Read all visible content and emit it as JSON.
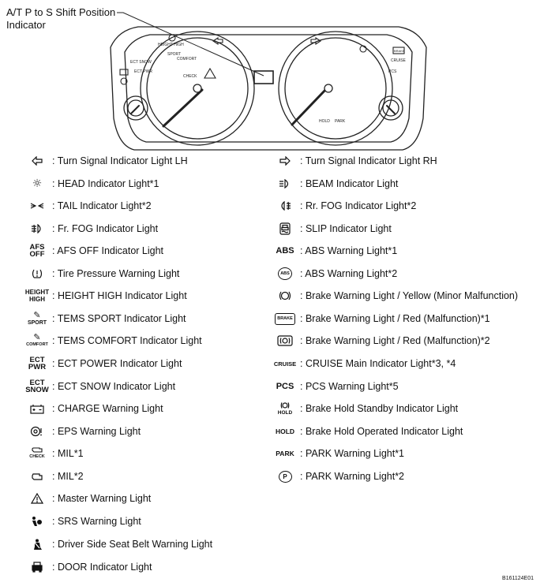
{
  "callout": {
    "line1": "A/T P to S Shift Position",
    "line2": "Indicator"
  },
  "cluster": {
    "left_labels": {
      "height_high": "HEIGHT HIGH",
      "sport": "SPORT",
      "comfort": "COMFORT",
      "ect_snow": "ECT SNOW",
      "ect_pwr": "ECT PWR",
      "check": "CHECK"
    },
    "right_labels": {
      "brake": "BRAKE",
      "cruise": "CRUISE",
      "pcs": "PCS",
      "hold": "HOLD",
      "park": "PARK"
    }
  },
  "legend_left": [
    {
      "icon": "turn-left-icon",
      "text": ": Turn Signal Indicator Light LH"
    },
    {
      "icon": "head-light-icon",
      "text": ": HEAD Indicator Light*1"
    },
    {
      "icon": "tail-light-icon",
      "text": ": TAIL Indicator Light*2"
    },
    {
      "icon": "front-fog-icon",
      "text": ": Fr. FOG Indicator Light"
    },
    {
      "icon": "afs-off-icon",
      "label": "AFS OFF",
      "text": ": AFS OFF Indicator Light"
    },
    {
      "icon": "tire-pressure-icon",
      "text": ": Tire Pressure Warning Light"
    },
    {
      "icon": "height-high-icon",
      "label": "HEIGHT HIGH",
      "text": ": HEIGHT HIGH Indicator Light"
    },
    {
      "icon": "tems-sport-icon",
      "label": "SPORT",
      "text": ": TEMS SPORT Indicator Light"
    },
    {
      "icon": "tems-comfort-icon",
      "label": "COMFORT",
      "text": ": TEMS COMFORT Indicator Light"
    },
    {
      "icon": "ect-power-icon",
      "label": "ECT PWR",
      "text": ": ECT POWER Indicator Light"
    },
    {
      "icon": "ect-snow-icon",
      "label": "ECT SNOW",
      "text": ": ECT SNOW Indicator Light"
    },
    {
      "icon": "battery-icon",
      "text": ": CHARGE Warning Light"
    },
    {
      "icon": "eps-icon",
      "text": ": EPS Warning Light"
    },
    {
      "icon": "engine-check-icon",
      "label": "CHECK",
      "text": ": MIL*1"
    },
    {
      "icon": "engine-icon",
      "text": ": MIL*2"
    },
    {
      "icon": "master-warning-icon",
      "text": ": Master Warning Light"
    },
    {
      "icon": "airbag-icon",
      "text": ": SRS Warning Light"
    },
    {
      "icon": "seatbelt-icon",
      "text": ": Driver Side Seat Belt Warning Light"
    },
    {
      "icon": "door-icon",
      "text": ": DOOR Indicator Light"
    }
  ],
  "legend_right": [
    {
      "icon": "turn-right-icon",
      "text": ": Turn Signal Indicator Light RH"
    },
    {
      "icon": "beam-icon",
      "text": ": BEAM Indicator Light"
    },
    {
      "icon": "rear-fog-icon",
      "text": ": Rr. FOG Indicator Light*2"
    },
    {
      "icon": "slip-icon",
      "text": ": SLIP Indicator Light"
    },
    {
      "icon": "abs-text-icon",
      "label": "ABS",
      "text": ": ABS Warning Light*1"
    },
    {
      "icon": "abs-circle-icon",
      "label": "ABS",
      "text": ": ABS Warning Light*2"
    },
    {
      "icon": "brake-yellow-icon",
      "text": ": Brake Warning Light / Yellow (Minor Malfunction)"
    },
    {
      "icon": "brake-red-text-icon",
      "label": "BRAKE",
      "text": ": Brake Warning Light / Red (Malfunction)*1"
    },
    {
      "icon": "brake-red-symbol-icon",
      "text": ": Brake Warning Light / Red (Malfunction)*2"
    },
    {
      "icon": "cruise-icon",
      "label": "CRUISE",
      "text": ": CRUISE Main Indicator Light*3, *4"
    },
    {
      "icon": "pcs-icon",
      "label": "PCS",
      "text": ": PCS Warning Light*5"
    },
    {
      "icon": "brake-hold-standby-icon",
      "label": "HOLD",
      "text": ": Brake Hold Standby Indicator Light"
    },
    {
      "icon": "brake-hold-operated-icon",
      "label": "HOLD",
      "text": ": Brake Hold Operated Indicator Light"
    },
    {
      "icon": "park-text-icon",
      "label": "PARK",
      "text": ": PARK Warning Light*1"
    },
    {
      "icon": "park-circle-icon",
      "label": "P",
      "text": ": PARK Warning Light*2"
    }
  ],
  "figure_code": "B161124E01"
}
